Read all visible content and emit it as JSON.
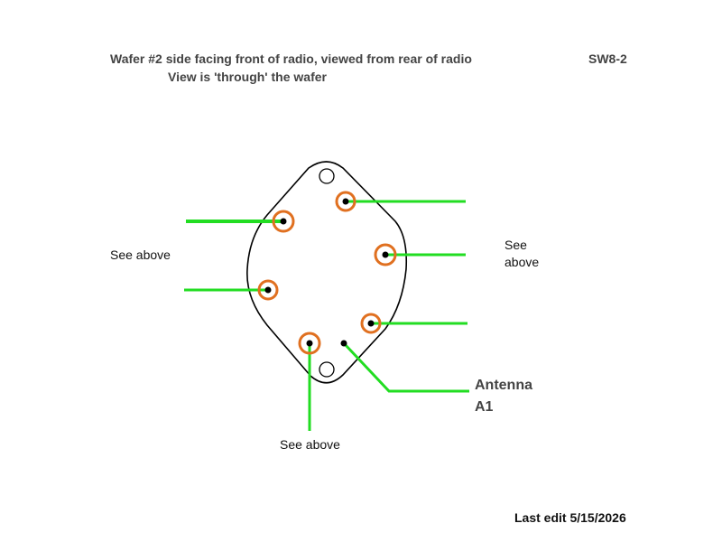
{
  "header": {
    "title_line1": "Wafer #2  side facing front of radio, viewed from rear of radio",
    "title_line2": "View is 'through' the wafer",
    "sheet_id": "SW8-2"
  },
  "labels": {
    "left": "See above",
    "right_line1": "See",
    "right_line2": "above",
    "bottom": "See above",
    "antenna_line1": "Antenna",
    "antenna_line2": "A1"
  },
  "footer": {
    "last_edit": "Last edit 5/15/2026"
  },
  "colors": {
    "lead": "#22dd22",
    "terminal_ring": "#e07020",
    "terminal_dot": "#000000",
    "wafer_outline": "#000000"
  }
}
